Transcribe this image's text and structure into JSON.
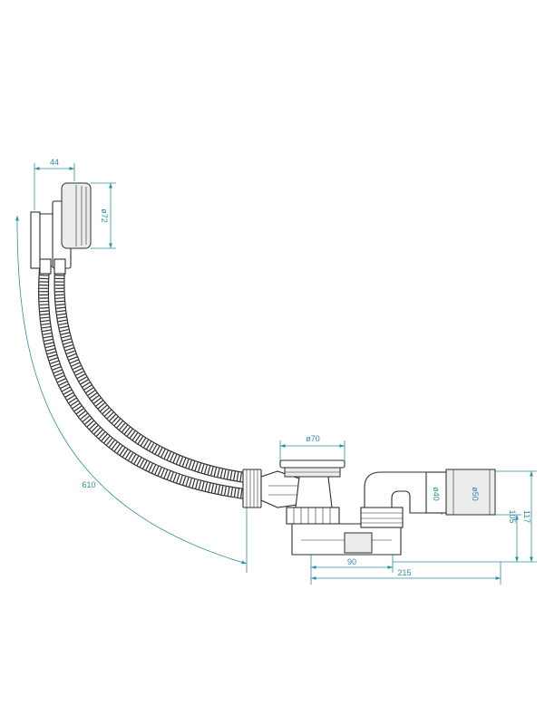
{
  "dimensions": {
    "overflow_depth": "44",
    "overflow_diameter": "ø72",
    "cable_length": "610",
    "waste_diameter": "ø70",
    "trap_inner_diameter": "ø40",
    "outlet_diameter": "ø50",
    "trap_offset": "90",
    "total_length": "215",
    "outlet_height": "105",
    "total_height": "117"
  },
  "colors": {
    "dimension": "#2c8fa5",
    "outline": "#2e2e2e"
  }
}
